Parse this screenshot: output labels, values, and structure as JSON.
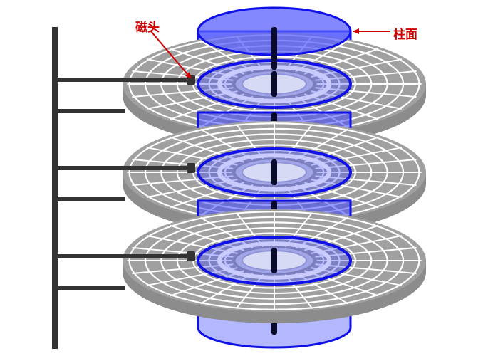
{
  "labels": {
    "head": "磁头",
    "cylinder": "柱面"
  },
  "colors": {
    "platter": "#a0a0a0",
    "platter_light": "#d9d9d9",
    "cylinder_fill": "#3f47ff",
    "cylinder_stroke": "#1010e8",
    "spindle": "#0a0a2a",
    "arm": "#333333",
    "annotation": "#d00000"
  },
  "platters": 3,
  "rings": 7,
  "sectors": 24
}
